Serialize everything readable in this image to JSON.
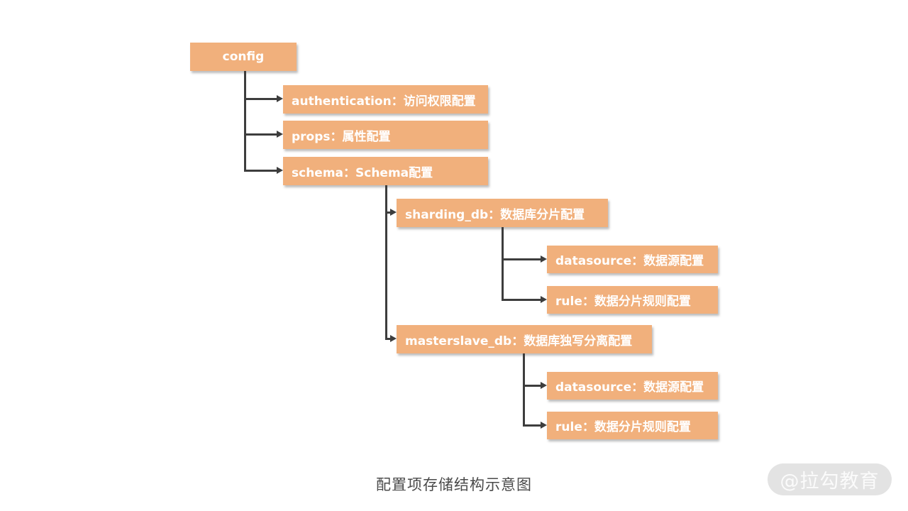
{
  "diagram": {
    "caption": "配置项存储结构示意图",
    "watermark": "@拉勾教育",
    "colors": {
      "node_fill": "#f1b07c",
      "node_text": "#ffffff",
      "connector": "#3d3d3d",
      "caption_text": "#4a4a4a",
      "watermark_bg": "#e3e3e3",
      "watermark_text": "#fbfbfb"
    },
    "nodes": {
      "config": {
        "label": "config"
      },
      "authentication": {
        "label": "authentication：访问权限配置"
      },
      "props": {
        "label": "props：属性配置"
      },
      "schema": {
        "label": "schema：Schema配置"
      },
      "sharding_db": {
        "label": "sharding_db：数据库分片配置"
      },
      "sharding_datasource": {
        "label": "datasource：数据源配置"
      },
      "sharding_rule": {
        "label": "rule：数据分片规则配置"
      },
      "masterslave_db": {
        "label": "masterslave_db：数据库独写分离配置"
      },
      "masterslave_datasource": {
        "label": "datasource：数据源配置"
      },
      "masterslave_rule": {
        "label": "rule：数据分片规则配置"
      }
    },
    "tree": {
      "config": {
        "authentication": {},
        "props": {},
        "schema": {
          "sharding_db": {
            "datasource": {},
            "rule": {}
          },
          "masterslave_db": {
            "datasource": {},
            "rule": {}
          }
        }
      }
    }
  }
}
